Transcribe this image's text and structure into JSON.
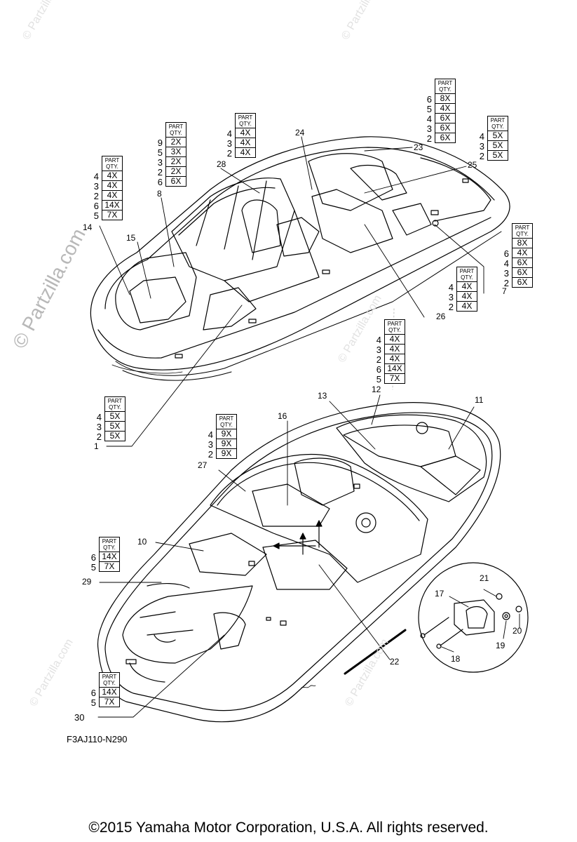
{
  "watermark": "© Partzilla.com",
  "watermark_small": "© Partzilla.com",
  "diagram_code": "F3AJ110-N290",
  "copyright": "©2015  Yamaha Motor Corporation, U.S.A. All rights reserved.",
  "callouts": {
    "c1": "1",
    "c7": "7",
    "c8": "8",
    "c10": "10",
    "c11": "11",
    "c12": "12",
    "c13": "13",
    "c14": "14",
    "c15": "15",
    "c16": "16",
    "c17": "17",
    "c18": "18",
    "c19": "19",
    "c20": "20",
    "c21": "21",
    "c22": "22",
    "c23": "23",
    "c24": "24",
    "c25": "25",
    "c26": "26",
    "c27": "27",
    "c28": "28",
    "c29": "29",
    "c30": "30"
  },
  "qty_tables": {
    "header": "PART QTY.",
    "t14": [
      {
        "part": "4",
        "qty": "4X"
      },
      {
        "part": "3",
        "qty": "4X"
      },
      {
        "part": "2",
        "qty": "4X"
      },
      {
        "part": "6",
        "qty": "14X"
      },
      {
        "part": "5",
        "qty": "7X"
      }
    ],
    "t8": [
      {
        "part": "9",
        "qty": "2X"
      },
      {
        "part": "5",
        "qty": "3X"
      },
      {
        "part": "3",
        "qty": "2X"
      },
      {
        "part": "2",
        "qty": "2X"
      },
      {
        "part": "6",
        "qty": "6X"
      }
    ],
    "t28": [
      {
        "part": "4",
        "qty": "4X"
      },
      {
        "part": "3",
        "qty": "4X"
      },
      {
        "part": "2",
        "qty": "4X"
      }
    ],
    "t24": [
      {
        "part": "6",
        "qty": "8X"
      },
      {
        "part": "5",
        "qty": "4X"
      },
      {
        "part": "4",
        "qty": "6X"
      },
      {
        "part": "3",
        "qty": "6X"
      },
      {
        "part": "2",
        "qty": "6X"
      }
    ],
    "t23": [
      {
        "part": "4",
        "qty": "5X"
      },
      {
        "part": "3",
        "qty": "5X"
      },
      {
        "part": "2",
        "qty": "5X"
      }
    ],
    "t7": [
      {
        "part": "",
        "qty": "8X"
      },
      {
        "part": "6",
        "qty": "4X"
      },
      {
        "part": "4",
        "qty": "6X"
      },
      {
        "part": "3",
        "qty": "6X"
      },
      {
        "part": "2",
        "qty": "6X"
      }
    ],
    "t26": [
      {
        "part": "4",
        "qty": "4X"
      },
      {
        "part": "3",
        "qty": "4X"
      },
      {
        "part": "2",
        "qty": "4X"
      }
    ],
    "t12": [
      {
        "part": "4",
        "qty": "4X"
      },
      {
        "part": "3",
        "qty": "4X"
      },
      {
        "part": "2",
        "qty": "4X"
      },
      {
        "part": "6",
        "qty": "14X"
      },
      {
        "part": "5",
        "qty": "7X"
      }
    ],
    "t1": [
      {
        "part": "4",
        "qty": "5X"
      },
      {
        "part": "3",
        "qty": "5X"
      },
      {
        "part": "2",
        "qty": "5X"
      }
    ],
    "t27": [
      {
        "part": "4",
        "qty": "9X"
      },
      {
        "part": "3",
        "qty": "9X"
      },
      {
        "part": "2",
        "qty": "9X"
      }
    ],
    "t29": [
      {
        "part": "6",
        "qty": "14X"
      },
      {
        "part": "5",
        "qty": "7X"
      }
    ],
    "t30": [
      {
        "part": "6",
        "qty": "14X"
      },
      {
        "part": "5",
        "qty": "7X"
      }
    ]
  }
}
